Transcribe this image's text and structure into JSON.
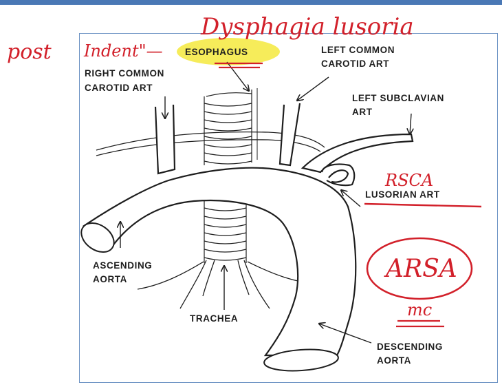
{
  "colors": {
    "ink": "#1e1e1e",
    "annotation": "#d2202a",
    "highlight": "#f6ec5a",
    "frame": "#6d93c4",
    "topbar": "#4a78b5"
  },
  "labels": {
    "esophagus": "ESOPHAGUS",
    "right_common_carotid": [
      "RIGHT COMMON",
      "CAROTID ART"
    ],
    "left_common_carotid": [
      "LEFT COMMON",
      "CAROTID ART"
    ],
    "left_subclavian": [
      "LEFT SUBCLAVIAN",
      "ART"
    ],
    "lusorian": "LUSORIAN ART",
    "ascending_aorta": [
      "ASCENDING",
      "AORTA"
    ],
    "trachea": "TRACHEA",
    "descending_aorta": [
      "DESCENDING",
      "AORTA"
    ]
  },
  "annotations": {
    "post": "post",
    "indent": "Indent\"—",
    "dysphagia": "Dysphagia lusoria",
    "rsca": "RSCA",
    "arsa": "ARSA",
    "mc": "mc"
  }
}
